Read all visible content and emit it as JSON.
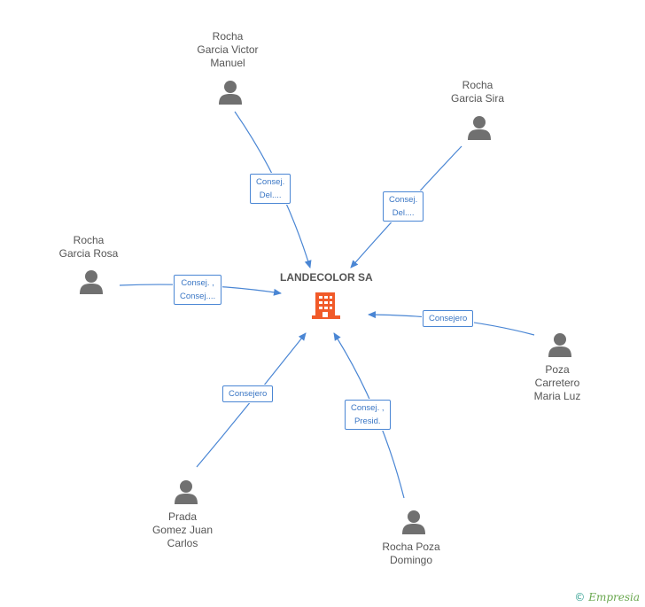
{
  "center": {
    "name": "LANDECOLOR SA",
    "color": "#f15a29"
  },
  "colors": {
    "edge": "#4a86d4",
    "person": "#707070"
  },
  "people": [
    {
      "id": "p1",
      "name": "Rocha\nGarcia Victor\nManuel"
    },
    {
      "id": "p2",
      "name": "Rocha\nGarcia Sira"
    },
    {
      "id": "p3",
      "name": "Rocha\nGarcia Rosa"
    },
    {
      "id": "p4",
      "name": "Poza\nCarretero\nMaria Luz"
    },
    {
      "id": "p5",
      "name": "Prada\nGomez Juan\nCarlos"
    },
    {
      "id": "p6",
      "name": "Rocha Poza\nDomingo"
    }
  ],
  "edges": [
    {
      "from": "p1",
      "label": "Consej.\nDel...."
    },
    {
      "from": "p2",
      "label": "Consej.\nDel...."
    },
    {
      "from": "p3",
      "label": "Consej. ,\nConsej...."
    },
    {
      "from": "p4",
      "label": "Consejero"
    },
    {
      "from": "p5",
      "label": "Consejero"
    },
    {
      "from": "p6",
      "label": "Consej. ,\nPresid."
    }
  ],
  "brand": {
    "copyright": "©",
    "name": "Empresia"
  }
}
